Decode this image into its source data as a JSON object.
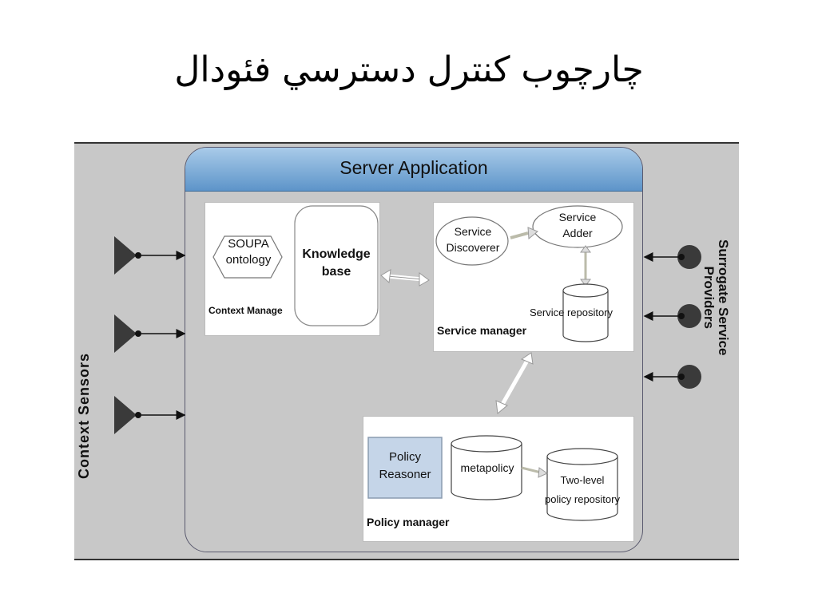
{
  "title": "چارچوب كنترل دسترسي فئودال",
  "diagram": {
    "server_application": "Server Application",
    "context_manager": {
      "soupa_line1": "SOUPA",
      "soupa_line2": "ontology",
      "knowledge_line1": "Knowledge",
      "knowledge_line2": "base",
      "label": "Context Manage"
    },
    "service_manager": {
      "discoverer_line1": "Service",
      "discoverer_line2": "Discoverer",
      "adder_line1": "Service",
      "adder_line2": "Adder",
      "repository": "Service repository",
      "label": "Service manager"
    },
    "policy_manager": {
      "reasoner_line1": "Policy",
      "reasoner_line2": "Reasoner",
      "metapolicy": "metapolicy",
      "two_level_line1": "Two-level",
      "two_level_line2": "policy repository",
      "label": "Policy manager"
    },
    "context_sensors": "Context Sensors",
    "surrogate_line1": "Surrogate Service",
    "surrogate_line2": "Providers"
  },
  "colors": {
    "header_blue": "#5d94c9",
    "background_gray": "#c8c8c8",
    "sensor_dark": "#3a3a3a",
    "reasoner_blue": "#c5d5e8"
  }
}
